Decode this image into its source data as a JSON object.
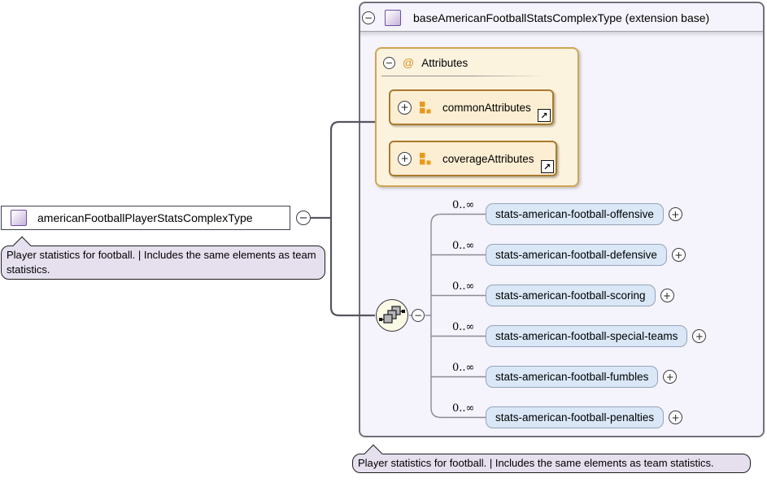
{
  "icons": {
    "minus": "−",
    "plus": "+",
    "link_arrow": "↗",
    "attributes_at": "@"
  },
  "left_panel": {
    "type_label": "americanFootballPlayerStatsComplexType",
    "annotation": "Player statistics for football. | Includes the same elements as team statistics."
  },
  "diagram": {
    "base_type_label": "baseAmericanFootballStatsComplexType (extension base)",
    "attributes_group": {
      "label": "Attributes",
      "items": [
        {
          "name": "commonAttributes"
        },
        {
          "name": "coverageAttributes"
        }
      ]
    },
    "elements": [
      {
        "name": "stats-american-football-offensive",
        "occurrence": "0..∞"
      },
      {
        "name": "stats-american-football-defensive",
        "occurrence": "0..∞"
      },
      {
        "name": "stats-american-football-scoring",
        "occurrence": "0..∞"
      },
      {
        "name": "stats-american-football-special-teams",
        "occurrence": "0..∞"
      },
      {
        "name": "stats-american-football-fumbles",
        "occurrence": "0..∞"
      },
      {
        "name": "stats-american-football-penalties",
        "occurrence": "0..∞"
      }
    ],
    "annotation": "Player statistics for football. | Includes the same elements as team statistics."
  },
  "colors": {
    "container_bg": "#f5f3fb",
    "element_bg": "#d9e7f7",
    "attributes_bg": "#fcf3df",
    "attribute_item_bg": "#fceed2",
    "attribute_accent": "#d89020",
    "annotation_bg": "#e5dfee",
    "type_icon_purple": "#c8b6dc",
    "wire_gray": "#5a5a64"
  }
}
